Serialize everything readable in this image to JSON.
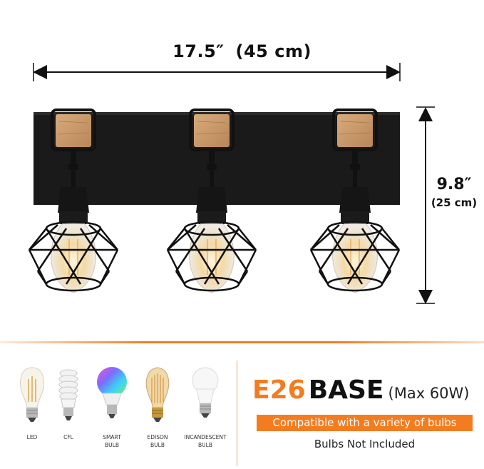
{
  "dimensions": {
    "width_inches": "17.5″",
    "width_cm": "(45 cm)",
    "height_inches": "9.8″",
    "height_cm": "(25 cm)"
  },
  "bulb_types": [
    {
      "label": "LED",
      "icon": "led-filament-bulb-icon"
    },
    {
      "label": "CFL",
      "icon": "cfl-spiral-bulb-icon"
    },
    {
      "label": "SMART\nBULB",
      "icon": "smart-rgb-bulb-icon"
    },
    {
      "label": "EDISON\nBULB",
      "icon": "edison-bulb-icon"
    },
    {
      "label": "INCANDESCENT\nBULB",
      "icon": "incandescent-bulb-icon"
    }
  ],
  "base": {
    "title_accent": "E26",
    "title_main": "BASE",
    "max_wattage": "(Max 60W)",
    "compatibility": "Compatible with a variety of bulbs",
    "note": "Bulbs Not Included"
  },
  "colors": {
    "accent": "#f47c20",
    "fixture": "#1a1a1a",
    "wood": "#c99a6b"
  }
}
